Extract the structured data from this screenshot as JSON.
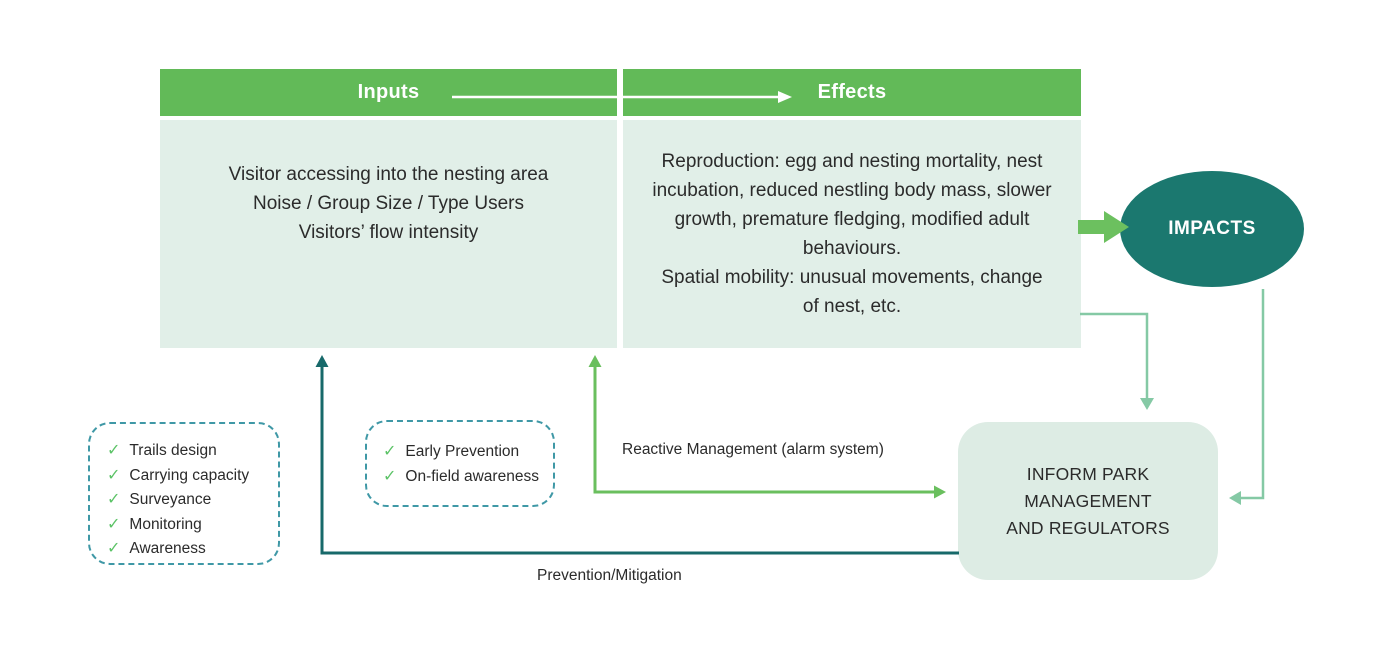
{
  "colors": {
    "header_green": "#62ba58",
    "panel_light_green": "#e1efe8",
    "inform_fill": "#ddece4",
    "impacts_teal": "#1b786f",
    "feedback_arrow_light_green": "#85c9a5",
    "reactive_arrow_green": "#6abf5e",
    "prevention_arrow_teal": "#17696a",
    "dashed_border_teal": "#3f98a6",
    "check_green": "#5cc367",
    "arrow_white": "#ffffff",
    "text_dark": "#2b2b2b"
  },
  "icons": {
    "check": "✓"
  },
  "inputs": {
    "header": "Inputs",
    "lines": [
      "Visitor accessing into the nesting area",
      "Noise / Group Size / Type Users",
      "Visitors’ flow intensity"
    ]
  },
  "effects": {
    "header": "Effects",
    "lines": [
      "Reproduction: egg and nesting mortality, nest incubation, reduced nestling body mass, slower growth, premature fledging, modified adult behaviours.",
      "Spatial mobility: unusual movements, change of nest, etc."
    ]
  },
  "impacts": {
    "label": "IMPACTS"
  },
  "inform": {
    "lines": [
      "INFORM PARK",
      "MANAGEMENT",
      "AND REGULATORS"
    ]
  },
  "prevention_checklist": {
    "items": [
      "Trails design",
      "Carrying capacity",
      "Surveyance",
      "Monitoring",
      "Awareness"
    ]
  },
  "early_checklist": {
    "items": [
      "Early Prevention",
      "On-field awareness"
    ]
  },
  "labels": {
    "reactive": "Reactive Management (alarm system)",
    "prevention": "Prevention/Mitigation"
  }
}
